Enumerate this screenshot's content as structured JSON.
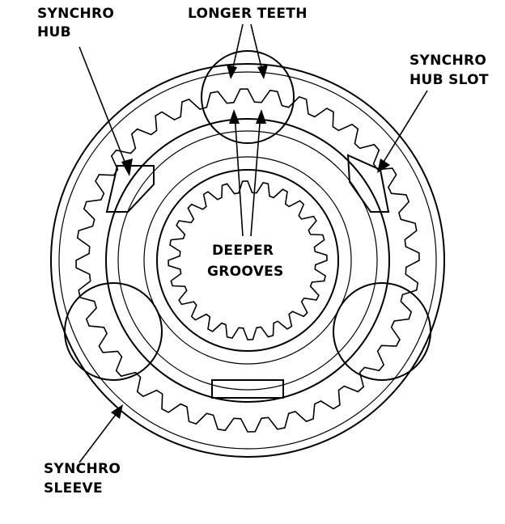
{
  "labels": {
    "synchro_hub": [
      "SYNCHRO",
      "HUB"
    ],
    "longer_teeth": "LONGER TEETH",
    "synchro_hub_slot": [
      "SYNCHRO",
      "HUB SLOT"
    ],
    "deeper_grooves": [
      "DEEPER",
      "GROOVES"
    ],
    "synchro_sleeve": [
      "SYNCHRO",
      "SLEEVE"
    ]
  },
  "colors": {
    "ink": "#000000",
    "paper": "#ffffff"
  },
  "counts": {
    "sleeve_teeth": 36,
    "inner_splines": 24
  }
}
